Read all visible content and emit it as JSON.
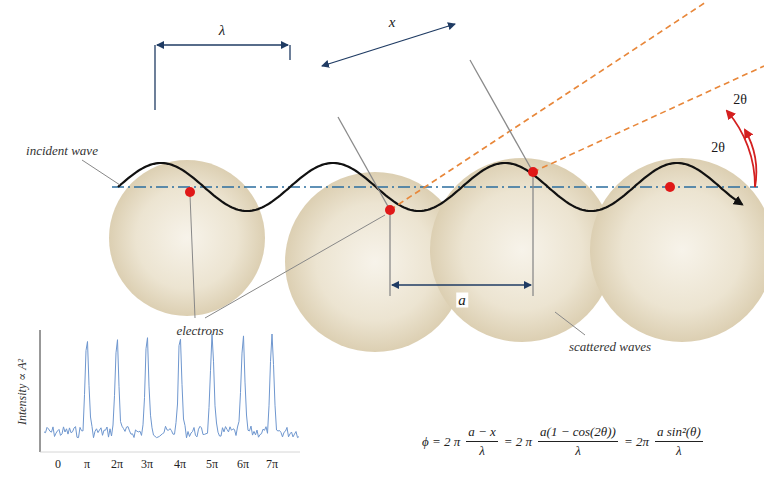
{
  "diagram": {
    "labels": [
      "λ",
      "x",
      "incident wave",
      "electrons",
      "a",
      "scattered waves",
      "2θ",
      "2θ",
      "Intensity ∝ A²",
      "0",
      "π",
      "2π",
      "3π",
      "4π",
      "5π",
      "6π",
      "7π",
      "ϕ = 2 π",
      "a − x",
      "λ",
      "= 2 π",
      "a(1 − cos(2θ))",
      "λ",
      "= 2π",
      "a sin²(θ)",
      "λ"
    ]
  }
}
